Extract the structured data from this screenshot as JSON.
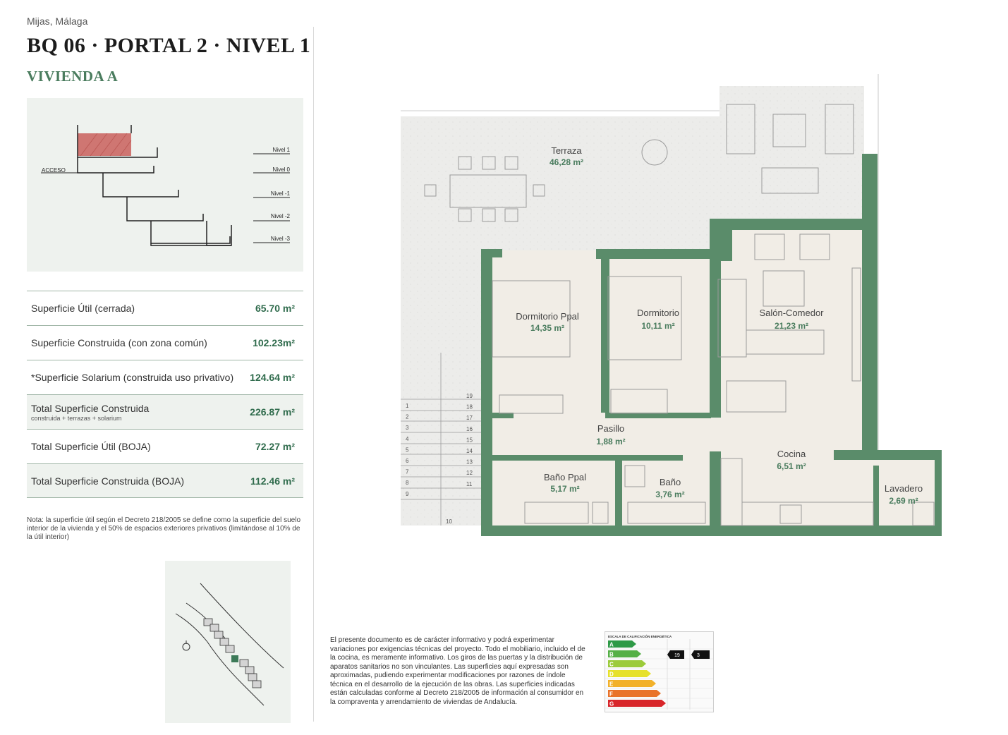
{
  "header": {
    "location": "Mijas, Málaga",
    "title": "BQ 06 · PORTAL 2 · NIVEL 1",
    "subtitle": "VIVIENDA A"
  },
  "section_diagram": {
    "acceso_label": "ACCESO",
    "levels": [
      "Nivel 1",
      "Nivel 0",
      "Nivel -1",
      "Nivel -2",
      "Nivel -3"
    ]
  },
  "areas": [
    {
      "label": "Superficie Útil (cerrada)",
      "sublabel": "",
      "value": "65.70 m²"
    },
    {
      "label": "Superficie Construida (con zona común)",
      "sublabel": "",
      "value": "102.23m²"
    },
    {
      "label": "*Superficie Solarium (construida uso privativo)",
      "sublabel": "",
      "value": "124.64 m²"
    },
    {
      "label": "Total Superficie Construida",
      "sublabel": "construida + terrazas + solarium",
      "value": "226.87 m²"
    },
    {
      "label": "Total Superficie Útil (BOJA)",
      "sublabel": "",
      "value": "72.27 m²"
    },
    {
      "label": "Total Superficie Construida (BOJA)",
      "sublabel": "",
      "value": "112.46 m²"
    }
  ],
  "note": "Nota: la superficie útil según el Decreto 218/2005 se define como la superficie del suelo interior de la vivienda y el 50% de espacios exteriores privativos (limitándose al 10% de la útil interior)",
  "disclaimer": "El presente documento es de carácter informativo y podrá experimentar variaciones por exigencias técnicas del proyecto. Todo el mobiliario, incluido el de la cocina, es meramente informativo. Los giros de las puertas y la distribución de aparatos sanitarios no son vinculantes. Las superficies aquí expresadas son aproximadas, pudiendo experimentar modificaciones por razones de índole técnica en el desarrollo de la ejecución de las obras. Las superficies indicadas están calculadas conforme al Decreto 218/2005 de información al consumidor en la compraventa y arrendamiento de viviendas de Andalucía.",
  "rooms": {
    "terraza": {
      "name": "Terraza",
      "area": "46,28 m²"
    },
    "dormitorio_ppal": {
      "name": "Dormitorio Ppal",
      "area": "14,35 m²"
    },
    "dormitorio": {
      "name": "Dormitorio",
      "area": "10,11 m²"
    },
    "salon": {
      "name": "Salón-Comedor",
      "area": "21,23 m²"
    },
    "pasillo": {
      "name": "Pasillo",
      "area": "1,88 m²"
    },
    "cocina": {
      "name": "Cocina",
      "area": "6,51 m²"
    },
    "bano_ppal": {
      "name": "Baño Ppal",
      "area": "5,17 m²"
    },
    "bano": {
      "name": "Baño",
      "area": "3,76 m²"
    },
    "lavadero": {
      "name": "Lavadero",
      "area": "2,69 m²"
    }
  },
  "stairs": {
    "left_numbers": [
      "1",
      "2",
      "3",
      "4",
      "5",
      "6",
      "7",
      "8",
      "9"
    ],
    "right_numbers": [
      "19",
      "18",
      "17",
      "16",
      "15",
      "14",
      "13",
      "12",
      "11"
    ],
    "bottom_number": "10"
  },
  "energy": {
    "title": "ESCALA DE CALIFICACIÓN ENERGÉTICA",
    "classes": [
      "A",
      "B",
      "C",
      "D",
      "E",
      "F",
      "G"
    ],
    "class_colors": [
      "#2e9a47",
      "#55b046",
      "#9ccb3b",
      "#e6e12b",
      "#f2b12a",
      "#e9732a",
      "#d8262a"
    ],
    "rating_consumption": "19",
    "rating_emissions": "3"
  },
  "colors": {
    "brand_green": "#4a7c5e",
    "wall_green": "#5a8c6a",
    "floor": "#f1ede6",
    "terrace": "#ecece7"
  }
}
